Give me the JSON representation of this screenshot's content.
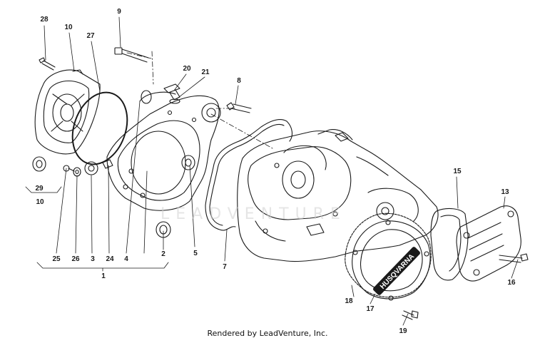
{
  "diagram": {
    "callouts": [
      {
        "id": "c28",
        "text": "28"
      },
      {
        "id": "c9",
        "text": "9"
      },
      {
        "id": "c10a",
        "text": "10"
      },
      {
        "id": "c27",
        "text": "27"
      },
      {
        "id": "c20",
        "text": "20"
      },
      {
        "id": "c21",
        "text": "21"
      },
      {
        "id": "c8",
        "text": "8"
      },
      {
        "id": "c29",
        "text": "29"
      },
      {
        "id": "c10b",
        "text": "10"
      },
      {
        "id": "c15",
        "text": "15"
      },
      {
        "id": "c13",
        "text": "13"
      },
      {
        "id": "c25",
        "text": "25"
      },
      {
        "id": "c26",
        "text": "26"
      },
      {
        "id": "c3",
        "text": "3"
      },
      {
        "id": "c24",
        "text": "24"
      },
      {
        "id": "c4",
        "text": "4"
      },
      {
        "id": "c2",
        "text": "2"
      },
      {
        "id": "c5",
        "text": "5"
      },
      {
        "id": "c7",
        "text": "7"
      },
      {
        "id": "c1",
        "text": "1"
      },
      {
        "id": "c16",
        "text": "16"
      },
      {
        "id": "c18",
        "text": "18"
      },
      {
        "id": "c17",
        "text": "17"
      },
      {
        "id": "c19",
        "text": "19"
      }
    ],
    "watermark": "LEADVENTURE",
    "cover_lettering": "HUSQVARNA",
    "credit": "Rendered by LeadVenture, Inc."
  }
}
